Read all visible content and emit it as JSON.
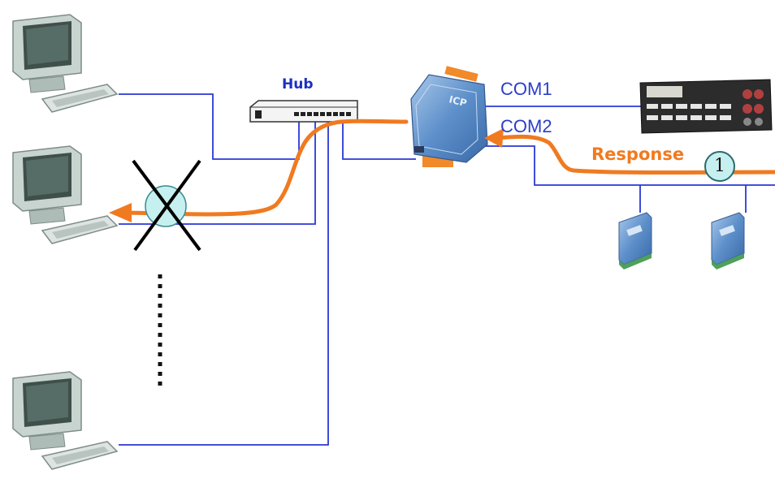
{
  "diagram": {
    "hub_label": "Hub",
    "com1_label": "COM1",
    "com2_label": "COM2",
    "response_label": "Response",
    "step_number": "1",
    "icons": {
      "pc": "desktop-computer-icon",
      "hub": "network-hub-icon",
      "gateway": "serial-device-server-icon",
      "meter": "multimeter-instrument-icon",
      "module": "io-module-icon",
      "blocked": "blocked-connection-icon"
    },
    "colors": {
      "wire": "#2a38d6",
      "response_path": "#f07a20",
      "hub_label": "#1a2fc4",
      "com_label": "#2a3fc8",
      "step_circle": "#c6f0ef"
    }
  }
}
